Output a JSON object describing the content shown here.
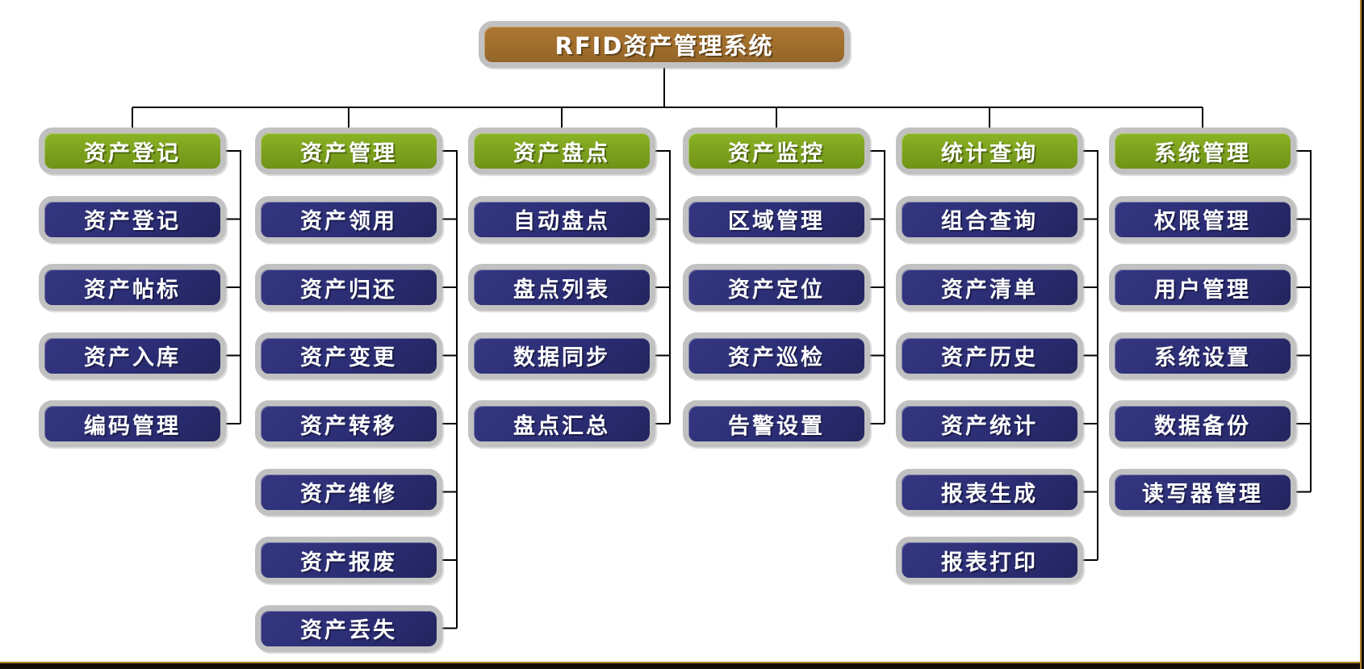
{
  "diagram": {
    "title": "RFID资产管理系统",
    "type": "org-chart",
    "root": {
      "label": "RFID资产管理系统"
    },
    "columns": [
      {
        "header": "资产登记",
        "children": [
          "资产登记",
          "资产帖标",
          "资产入库",
          "编码管理"
        ]
      },
      {
        "header": "资产管理",
        "children": [
          "资产领用",
          "资产归还",
          "资产变更",
          "资产转移",
          "资产维修",
          "资产报废",
          "资产丢失"
        ]
      },
      {
        "header": "资产盘点",
        "children": [
          "自动盘点",
          "盘点列表",
          "数据同步",
          "盘点汇总"
        ]
      },
      {
        "header": "资产监控",
        "children": [
          "区域管理",
          "资产定位",
          "资产巡检",
          "告警设置"
        ]
      },
      {
        "header": "统计查询",
        "children": [
          "组合查询",
          "资产清单",
          "资产历史",
          "资产统计",
          "报表生成",
          "报表打印"
        ]
      },
      {
        "header": "系统管理",
        "children": [
          "权限管理",
          "用户管理",
          "系统设置",
          "数据备份",
          "读写器管理"
        ]
      }
    ],
    "colors": {
      "root_fill": "#a06e2b",
      "header_fill": "#7ca01d",
      "child_fill": "#2b2d75",
      "box_border": "#c1c1c1",
      "connector": "#000000",
      "text": "#ffffff",
      "frame_dark": "#140e06",
      "frame_gold": "#a87d20"
    }
  }
}
